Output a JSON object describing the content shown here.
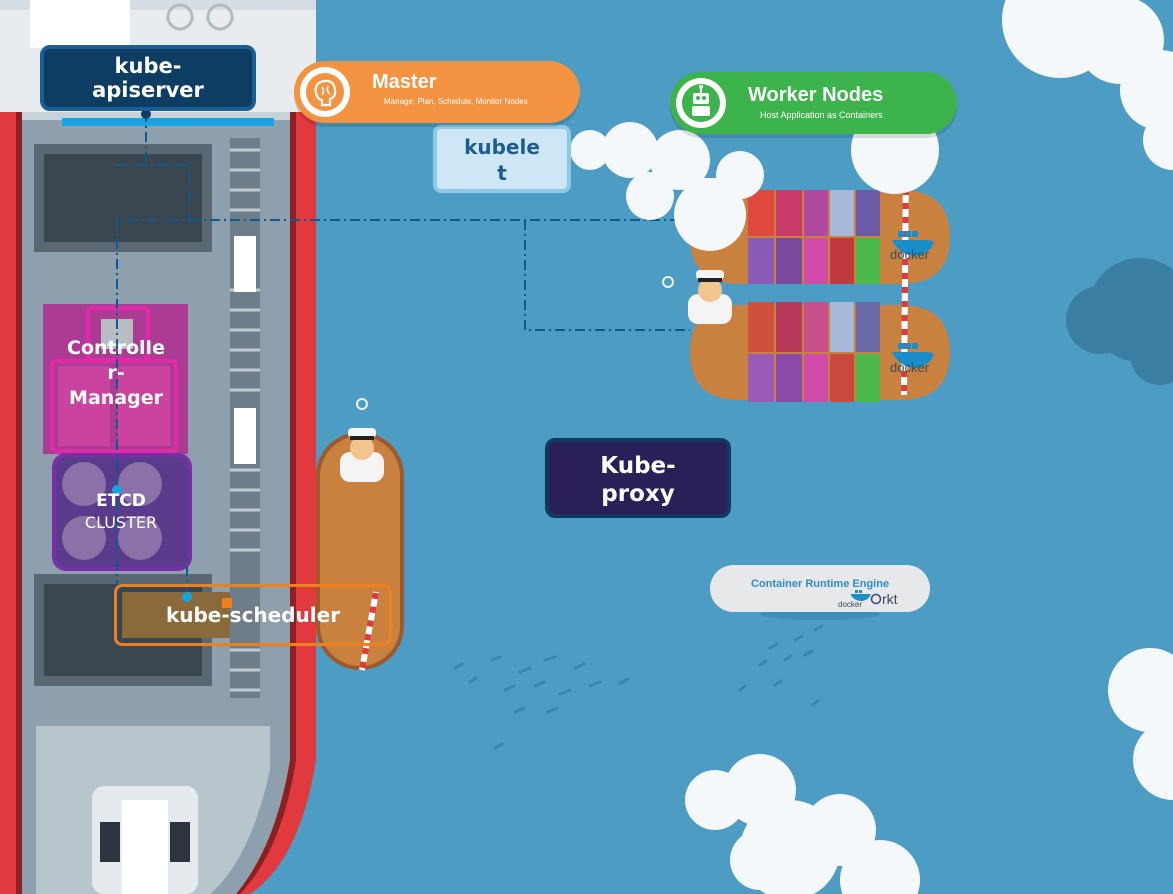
{
  "labels": {
    "kube_apiserver": [
      "kube-",
      "apiserver"
    ],
    "kubelet": [
      "kubele",
      "t"
    ],
    "kube_proxy": [
      "Kube-",
      "proxy"
    ],
    "controller_manager": [
      "Controlle",
      "r-",
      "Manager"
    ],
    "etcd": {
      "line1": "ETCD",
      "line2": "CLUSTER"
    },
    "kube_scheduler": "kube-scheduler"
  },
  "master": {
    "title": "Master",
    "subtitle": "Manage, Plan, Schedule, Monitor Nodes",
    "icon": "brain-icon",
    "color": "#f39341"
  },
  "worker": {
    "title": "Worker Nodes",
    "subtitle": "Host Application as Containers",
    "icon": "robot-icon",
    "color": "#3cb44b"
  },
  "runtime": {
    "title": "Container Runtime Engine",
    "docker": "docker",
    "rkt": "rkt"
  },
  "ship_brand": "docker",
  "colors": {
    "ocean": "#4d9cc3",
    "hull_red": "#e03a3e",
    "deck": "#8ea0ad",
    "api_box": "#0d3d63",
    "proxy_box": "#2a1f57",
    "controller": "#d6239a",
    "etcd": "#7a2fa8",
    "scheduler": "#f0801e"
  }
}
